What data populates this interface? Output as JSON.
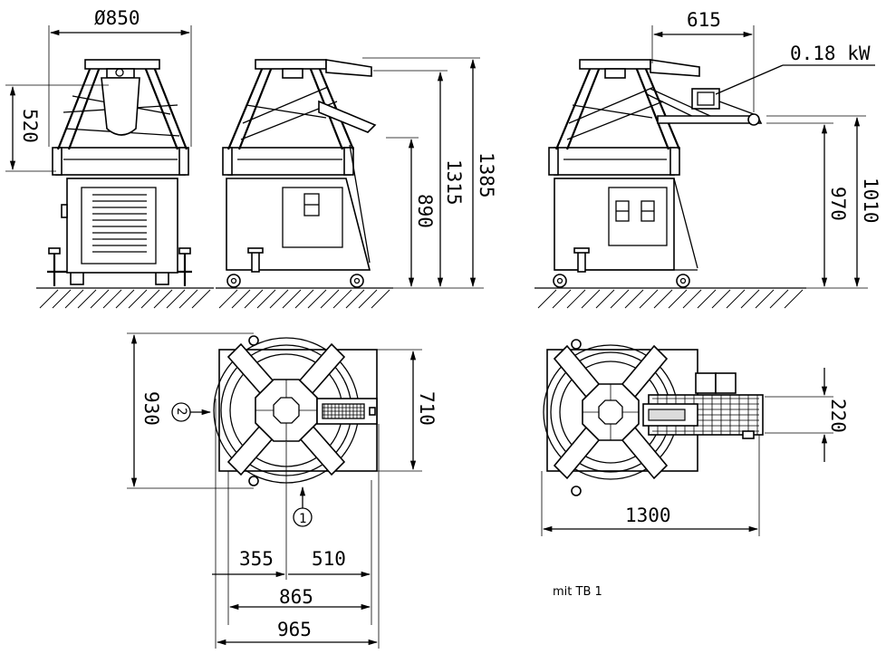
{
  "dimensions": {
    "front_diameter": "Ø850",
    "front_height": "520",
    "side_height_890": "890",
    "side_height_1315": "1315",
    "side_height_1385": "1385",
    "right_width_615": "615",
    "motor_power": "0.18 kW",
    "right_height_970": "970",
    "right_height_1010": "1010",
    "plan_depth_930": "930",
    "plan_width_710": "710",
    "plan_355": "355",
    "plan_510": "510",
    "plan_865": "865",
    "plan_965": "965",
    "plan2_220": "220",
    "plan2_1300": "1300"
  },
  "markers": {
    "marker_1": "1",
    "marker_2": "2"
  },
  "note": "mit TB 1"
}
